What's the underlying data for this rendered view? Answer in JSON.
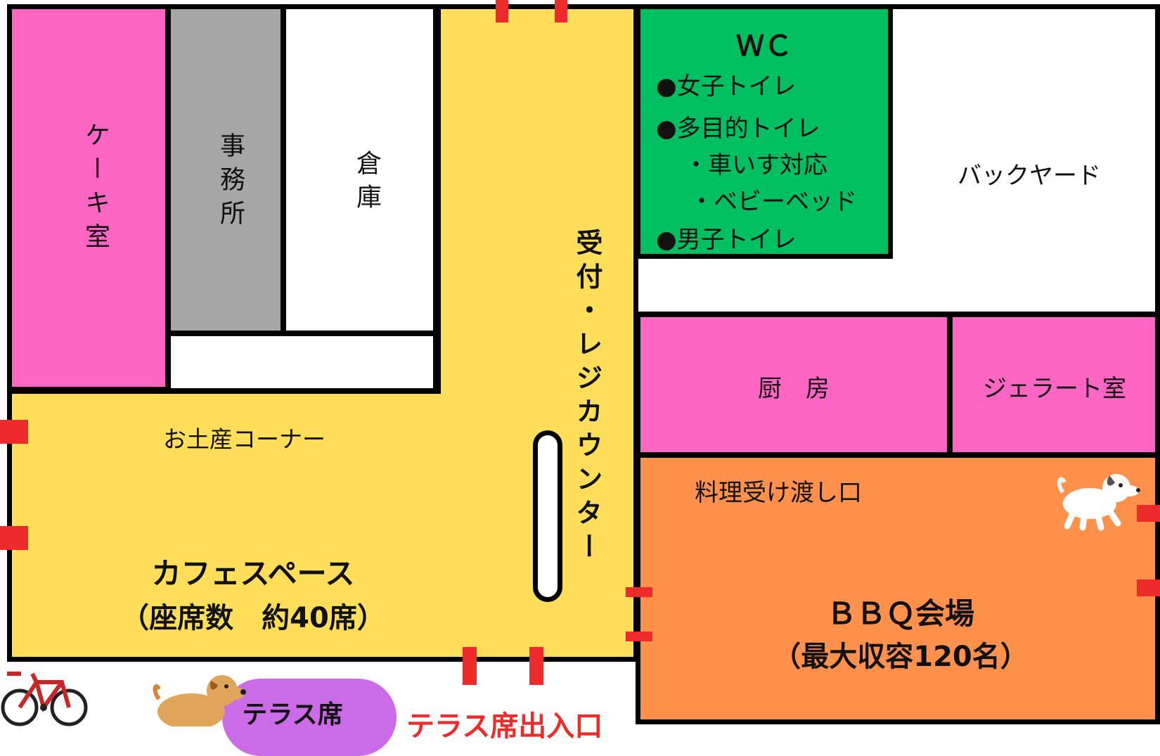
{
  "rooms": {
    "cake": "ケーキ室",
    "office": "事務所",
    "storage": "倉庫",
    "reception": "受付・レジカウンター",
    "wc": {
      "title": "ＷＣ",
      "items": [
        "●女子トイレ",
        "●多目的トイレ",
        "・車いす対応",
        "・ベビーベッド",
        "●男子トイレ"
      ]
    },
    "backyard": "バックヤード",
    "kitchen": "厨　房",
    "gelato": "ジェラート室",
    "souvenir": "お土産コーナー",
    "cafe": {
      "line1": "カフェスペース",
      "line2": "（座席数　約40席）"
    },
    "pass_through": "料理受け渡し口",
    "bbq": {
      "line1": "ＢＢＱ会場",
      "line2": "（最大収容120名）"
    },
    "terrace": "テラス席",
    "terrace_entrance": "テラス席出入口"
  },
  "colors": {
    "pink": "#ff66c4",
    "gray": "#a6a6a6",
    "yellow": "#ffde59",
    "green": "#00bf63",
    "orange": "#ff914d",
    "purple": "#cb6ce6",
    "door_red": "#ee2b2b"
  },
  "icons": [
    "bicycle-icon",
    "dog-icon",
    "dog-icon"
  ]
}
